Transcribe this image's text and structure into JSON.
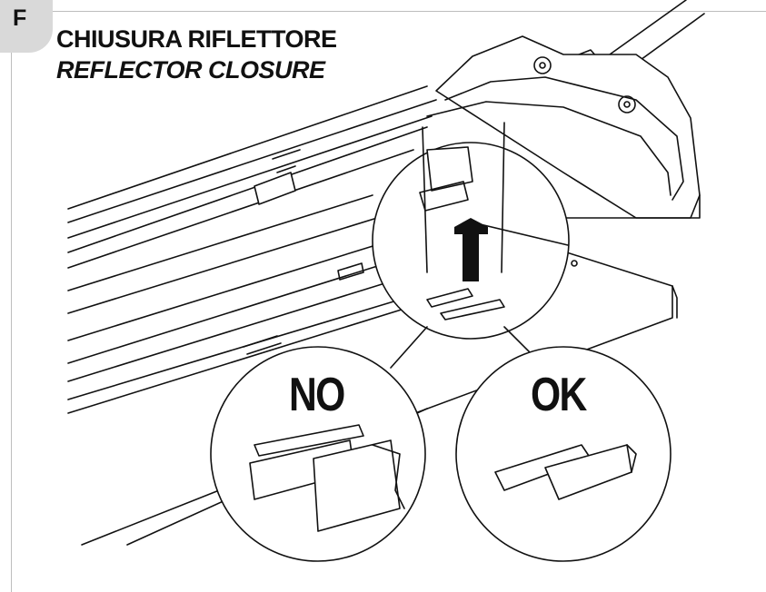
{
  "step": {
    "letter": "F"
  },
  "heading": {
    "title": "CHIUSURA RIFLETTORE",
    "subtitle": "REFLECTOR CLOSURE"
  },
  "details": {
    "wrong_label": "NO",
    "correct_label": "OK"
  }
}
